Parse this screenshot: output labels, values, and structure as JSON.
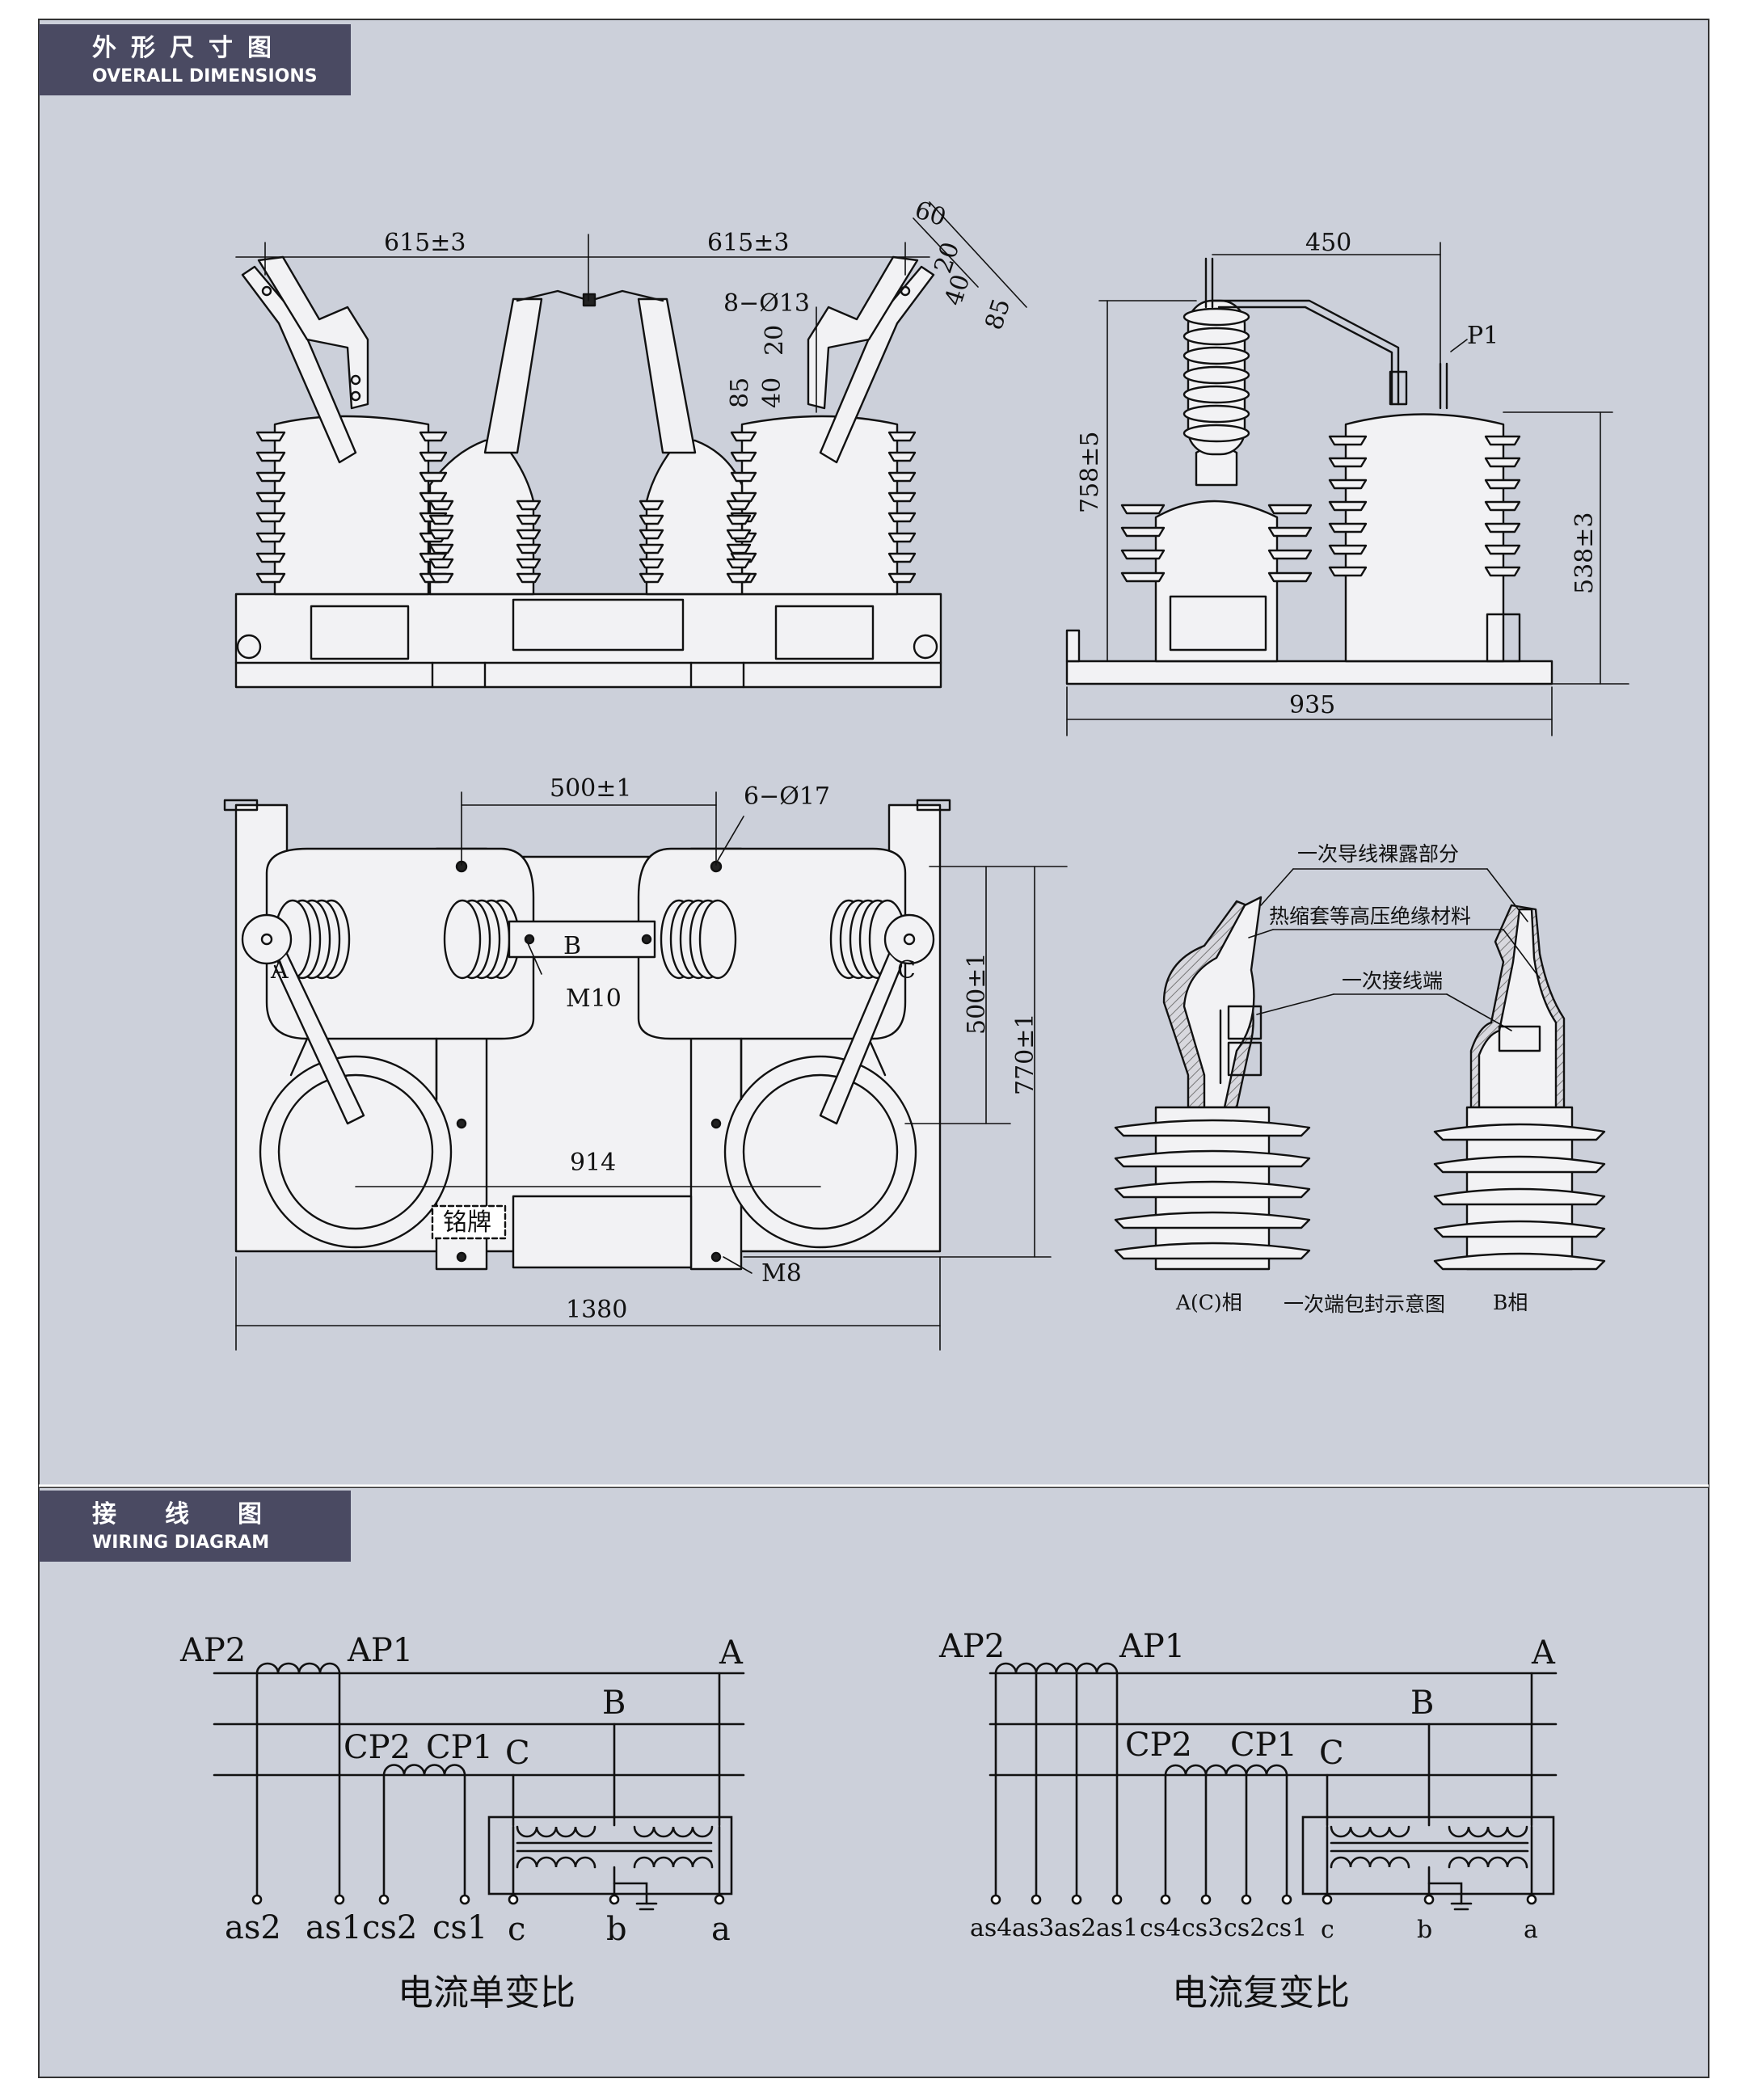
{
  "sections": {
    "dimensions": {
      "title_cn": "外形尺寸图",
      "title_en": "OVERALL DIMENSIONS"
    },
    "wiring": {
      "title_cn": "接线图",
      "title_en": "WIRING DIAGRAM"
    }
  },
  "colors": {
    "background": "#ccd0da",
    "body_fill": "#f2f2f4",
    "line": "#111111",
    "tab": "#4a4a62",
    "frame": "#333333"
  },
  "front_view": {
    "dim_left": "615±3",
    "dim_right": "615±3",
    "dim_60": "60",
    "dim_20a": "20",
    "dim_40a": "40",
    "dim_85a": "85",
    "hole_label": "8−Ø13",
    "dim_20b": "20",
    "dim_85b": "85",
    "dim_40b": "40"
  },
  "side_view": {
    "dim_450": "450",
    "label_p1": "P1",
    "dim_758": "758±5",
    "dim_538": "538±3",
    "dim_935": "935"
  },
  "top_view": {
    "dim_500h": "500±1",
    "hole_label": "6−Ø17",
    "phase_a": "A",
    "phase_b": "B",
    "phase_c": "C",
    "bolt_m10": "M10",
    "dim_914": "914",
    "nameplate": "铭牌",
    "bolt_m8": "M8",
    "dim_1380": "1380",
    "dim_500v": "500±1",
    "dim_770": "770±1"
  },
  "detail_view": {
    "label_exposed": "一次导线裸露部分",
    "label_heatshrink": "热缩套等高压绝缘材料",
    "label_terminal": "一次接线端",
    "caption_ac": "A(C)相",
    "caption_main": "一次端包封示意图",
    "caption_b": "B相"
  },
  "wiring_single": {
    "ap2": "AP2",
    "ap1": "AP1",
    "a_big": "A",
    "b_big": "B",
    "c_big": "C",
    "cp2": "CP2",
    "cp1": "CP1",
    "terminals": [
      "as2",
      "as1",
      "cs2",
      "cs1"
    ],
    "t_c": "c",
    "t_b": "b",
    "t_a": "a",
    "caption": "电流单变比"
  },
  "wiring_multi": {
    "ap2": "AP2",
    "ap1": "AP1",
    "a_big": "A",
    "b_big": "B",
    "c_big": "C",
    "cp2": "CP2",
    "cp1": "CP1",
    "terminals": [
      "as4",
      "as3",
      "as2",
      "as1",
      "cs4",
      "cs3",
      "cs2",
      "cs1"
    ],
    "t_c": "c",
    "t_b": "b",
    "t_a": "a",
    "caption": "电流复变比"
  }
}
